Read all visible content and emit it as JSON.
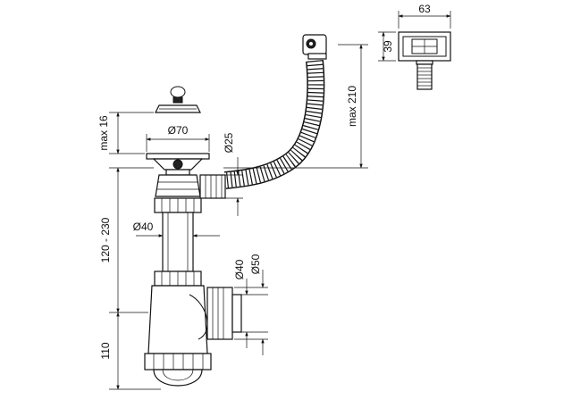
{
  "dimensions": {
    "overflow_width": "63",
    "overflow_height": "39",
    "hose_max_length": "max 210",
    "grate_diameter": "Ø70",
    "hose_diameter": "Ø25",
    "plug_max_height": "max 16",
    "adjustable_height": "120 - 230",
    "pipe_diameter": "Ø40",
    "outlet_inner_diameter": "Ø40",
    "outlet_outer_diameter": "Ø50",
    "trap_height": "110"
  }
}
